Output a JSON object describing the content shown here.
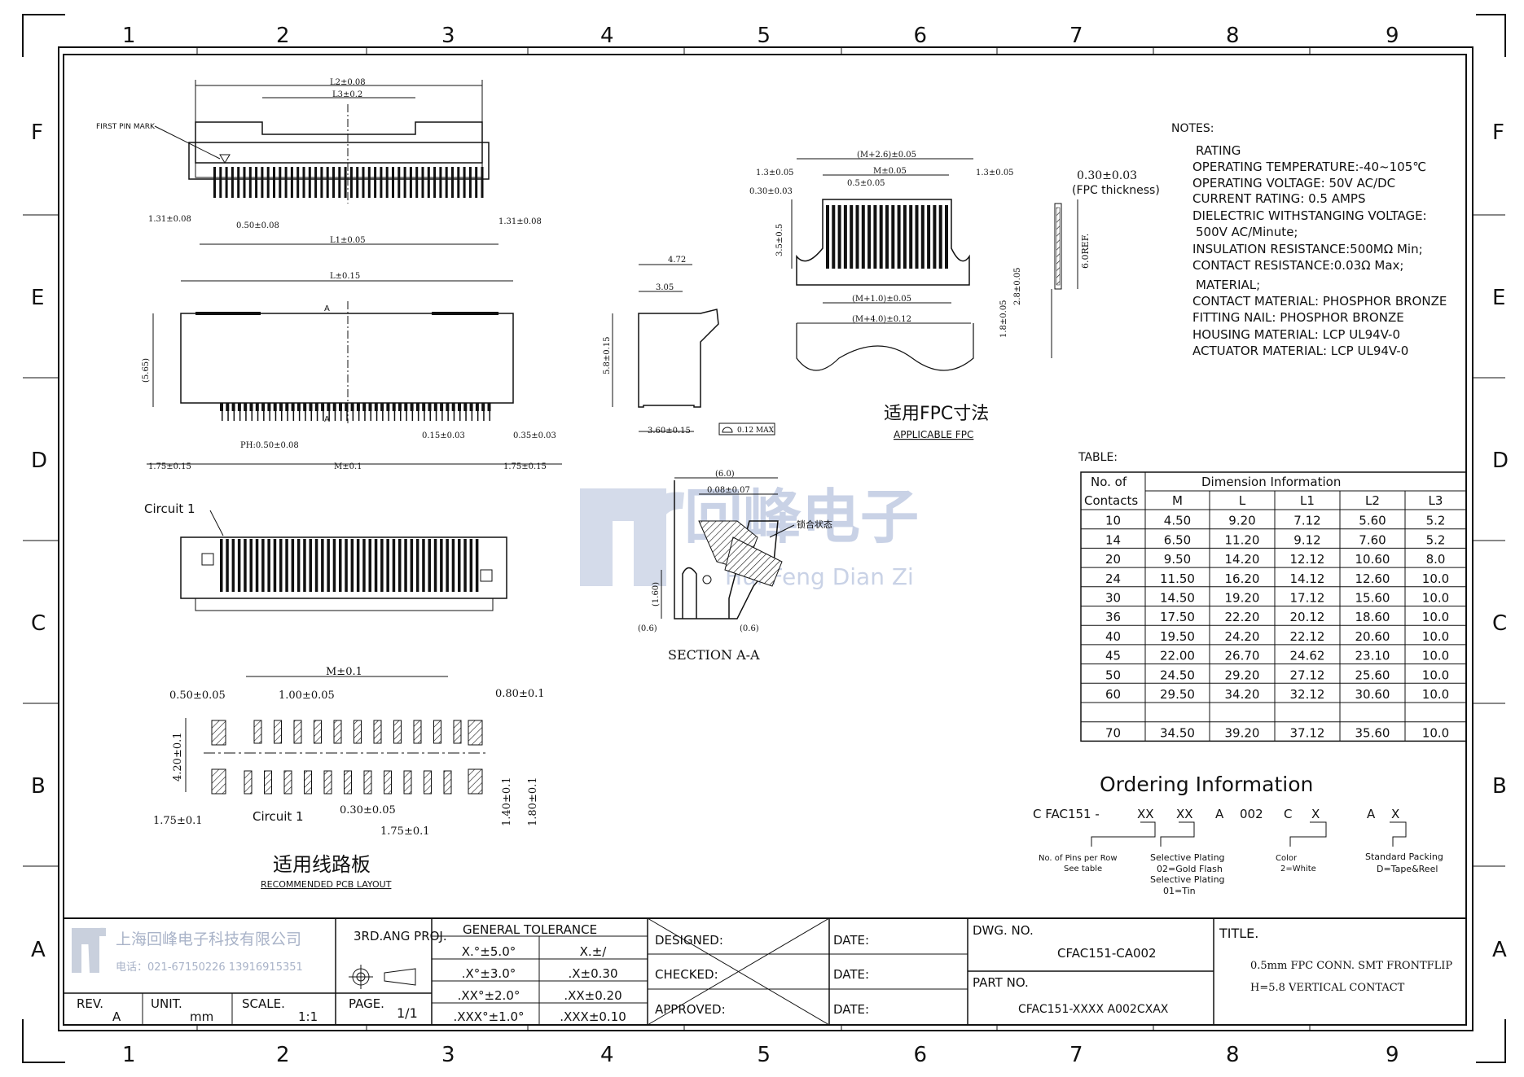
{
  "grid": {
    "columns": [
      "1",
      "2",
      "3",
      "4",
      "5",
      "6",
      "7",
      "8",
      "9"
    ],
    "rows": [
      "F",
      "E",
      "D",
      "C",
      "B",
      "A"
    ]
  },
  "watermark": {
    "main": "回峰电子",
    "sub": "Hui Feng Dian Zi"
  },
  "top_view": {
    "first_pin": "FIRST PIN MARK",
    "dims": {
      "l2": "L2±0.08",
      "l3": "L3±0.2",
      "left": "1.31±0.08",
      "pitch": "0.50±0.08",
      "right": "1.31±0.08",
      "l1": "L1±0.05"
    }
  },
  "front_view": {
    "dims": {
      "l": "L±0.15",
      "h": "(5.65)",
      "ph": "PH:0.50±0.08",
      "w1": "0.15±0.03",
      "w2": "0.35±0.03",
      "left": "1.75±0.15",
      "m": "M±0.1",
      "right": "1.75±0.15",
      "a1": "A",
      "a2": "A"
    }
  },
  "bottom_view": {
    "circuit": "Circuit 1"
  },
  "side_view": {
    "dims": {
      "d1": "4.72",
      "d2": "3.05",
      "d3": "5.8±0.15",
      "d4": "3.60±0.15",
      "flat": "0.12 MAX"
    }
  },
  "section": {
    "title": "SECTION A-A",
    "dims": {
      "w": "(6.0)",
      "g": "0.08±0.07",
      "h": "(1.60)",
      "l": "(0.6)",
      "r": "(0.6)"
    },
    "note": "锁合状态"
  },
  "fpc": {
    "title_cn": "适用FPC寸法",
    "title_en": "APPLICABLE FPC",
    "dims": {
      "top": "(M+2.6)±0.05",
      "m": "M±0.05",
      "l13": "1.3±0.05",
      "r13": "1.3±0.05",
      "p05": "0.5±0.05",
      "w03": "0.30±0.03",
      "h35": "3.5±0.5",
      "m1": "(M+1.0)±0.05",
      "m4": "(M+4.0)±0.12",
      "h18": "1.8±0.05",
      "h28": "2.8±0.05",
      "t": "0.30±0.03",
      "tlabel": "(FPC thickness)",
      "ref": "6.0REF."
    }
  },
  "pcb": {
    "title_cn": "适用线路板",
    "title_en": "RECOMMENDED PCB LAYOUT",
    "dims": {
      "m": "M±0.1",
      "a": "0.50±0.05",
      "b": "1.00±0.05",
      "c": "0.80±0.1",
      "h": "4.20±0.1",
      "d": "1.75±0.1",
      "circ": "Circuit 1",
      "e": "0.30±0.05",
      "f": "1.75±0.1",
      "g": "1.40±0.1",
      "k": "1.80±0.1"
    }
  },
  "notes": {
    "heading": "NOTES:",
    "lines": [
      "RATING",
      "OPERATING TEMPERATURE:-40~105℃",
      "OPERATING VOLTAGE: 50V AC/DC",
      "CURRENT RATING: 0.5 AMPS",
      "DIELECTRIC WITHSTANGING VOLTAGE:",
      "500V AC/Minute;",
      "INSULATION RESISTANCE:500MΩ Min;",
      "CONTACT RESISTANCE:0.03Ω Max;",
      "MATERIAL;",
      "CONTACT MATERIAL: PHOSPHOR BRONZE",
      "FITTING NAIL: PHOSPHOR BRONZE",
      "HOUSING MATERIAL: LCP UL94V-0",
      "ACTUATOR MATERIAL: LCP UL94V-0"
    ]
  },
  "table": {
    "label": "TABLE:",
    "head1": "No. of",
    "head2": "Contacts",
    "group": "Dimension Information",
    "columns": [
      "M",
      "L",
      "L1",
      "L2",
      "L3"
    ],
    "rows": [
      [
        "10",
        "4.50",
        "9.20",
        "7.12",
        "5.60",
        "5.2"
      ],
      [
        "14",
        "6.50",
        "11.20",
        "9.12",
        "7.60",
        "5.2"
      ],
      [
        "20",
        "9.50",
        "14.20",
        "12.12",
        "10.60",
        "8.0"
      ],
      [
        "24",
        "11.50",
        "16.20",
        "14.12",
        "12.60",
        "10.0"
      ],
      [
        "30",
        "14.50",
        "19.20",
        "17.12",
        "15.60",
        "10.0"
      ],
      [
        "36",
        "17.50",
        "22.20",
        "20.12",
        "18.60",
        "10.0"
      ],
      [
        "40",
        "19.50",
        "24.20",
        "22.12",
        "20.60",
        "10.0"
      ],
      [
        "45",
        "22.00",
        "26.70",
        "24.62",
        "23.10",
        "10.0"
      ],
      [
        "50",
        "24.50",
        "29.20",
        "27.12",
        "25.60",
        "10.0"
      ],
      [
        "60",
        "29.50",
        "34.20",
        "32.12",
        "30.60",
        "10.0"
      ],
      [
        "",
        "",
        "",
        "",
        "",
        ""
      ],
      [
        "70",
        "34.50",
        "39.20",
        "37.12",
        "35.60",
        "10.0"
      ]
    ]
  },
  "ordering": {
    "title": "Ordering Information",
    "code": [
      "C FAC151 -",
      "XX",
      "XX",
      "A",
      "002",
      "C",
      "X",
      "A",
      "X"
    ],
    "legend": {
      "pins1": "No. of Pins per Row",
      "pins2": "See table",
      "plat1": "Selective Plating",
      "plat2": "02=Gold Flash",
      "plat3": "Selective Plating",
      "plat4": "01=Tin",
      "color1": "Color",
      "color2": "2=White",
      "pack1": "Standard Packing",
      "pack2": "D=Tape&Reel"
    }
  },
  "title_block": {
    "company_cn": "上海回峰电子科技有限公司",
    "phone": "电话：021-67150226 13916915351",
    "projection": "3RD.ANG PROJ.",
    "tolerance_title": "GENERAL TOLERANCE",
    "tolerances": [
      [
        "X.°±5.0°",
        "X.±/"
      ],
      [
        ".X°±3.0°",
        ".X±0.30"
      ],
      [
        ".XX°±2.0°",
        ".XX±0.20"
      ],
      [
        ".XXX°±1.0°",
        ".XXX±0.10"
      ]
    ],
    "rev_label": "REV.",
    "rev": "A",
    "unit_label": "UNIT.",
    "unit": "mm",
    "scale_label": "SCALE.",
    "scale": "1:1",
    "page_label": "PAGE.",
    "page": "1/1",
    "designed": "DESIGNED:",
    "checked": "CHECKED:",
    "approved": "APPROVED:",
    "date": "DATE:",
    "dwg_label": "DWG. NO.",
    "dwg": "CFAC151-CA002",
    "part_label": "PART NO.",
    "part": "CFAC151-XXXX A002CXAX",
    "title_label": "TITLE.",
    "title1": "0.5mm FPC CONN. SMT FRONTFLIP",
    "title2": "H=5.8 VERTICAL CONTACT"
  }
}
